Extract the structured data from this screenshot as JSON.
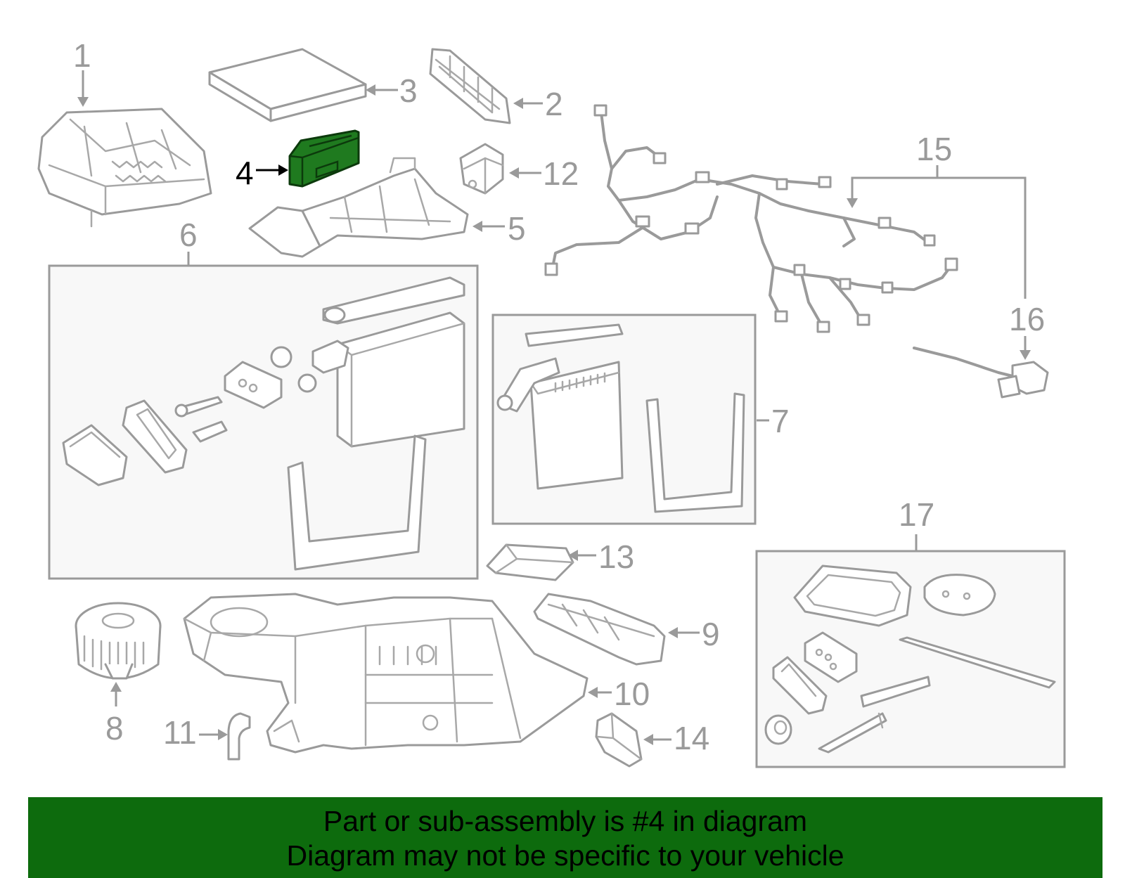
{
  "diagram": {
    "callouts": {
      "c1": "1",
      "c2": "2",
      "c3": "3",
      "c4": "4",
      "c5": "5",
      "c6": "6",
      "c7": "7",
      "c8": "8",
      "c9": "9",
      "c10": "10",
      "c11": "11",
      "c12": "12",
      "c13": "13",
      "c14": "14",
      "c15": "15",
      "c16": "16",
      "c17": "17"
    },
    "highlighted_part": "4",
    "colors": {
      "line_art": "#9a9a9a",
      "highlight_fill": "#1f7a1f",
      "banner_background": "#0d6b0d"
    }
  },
  "banner": {
    "line1": "Part or sub-assembly is #4 in diagram",
    "line2": "Diagram may not be specific to your vehicle"
  }
}
